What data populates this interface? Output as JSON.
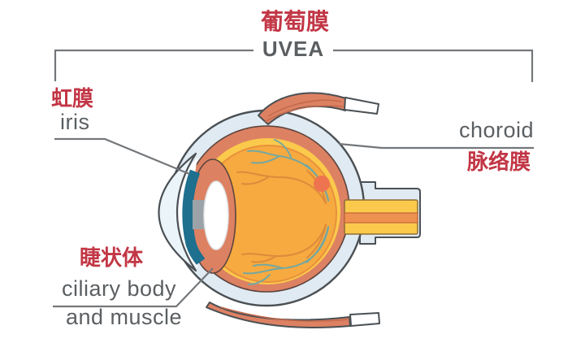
{
  "diagram_title": {
    "zh": "葡萄膜",
    "en": "UVEA"
  },
  "labels": {
    "iris": {
      "zh": "虹膜",
      "en": "iris"
    },
    "choroid": {
      "en": "choroid",
      "zh": "脉络膜"
    },
    "ciliary_body": {
      "zh": "睫状体",
      "en_line1": "ciliary body",
      "en_line2": "and muscle"
    }
  },
  "colors": {
    "label_red": "#c23645",
    "label_gray": "#5b5f62",
    "line_gray": "#74777a",
    "outline": "#4b5054",
    "sclera": "#dfeaf2",
    "cornea": "#ebf4f9",
    "chamber_white": "#ffffff",
    "choroid": "#dd8163",
    "choroid_outline": "#5d453d",
    "retina_yellow": "#fbc94b",
    "retina_orange_line": "#e8913d",
    "vitreous": "#f7aa40",
    "iris_teal": "#1f6f8e",
    "pupil_gray": "#9ba2a8",
    "lens_white": "#ffffff",
    "lens_outline": "#dfe3e6",
    "macula": "#ee7450",
    "vessel_teal": "#74a7a1",
    "vessel_orange": "#dd8a3c",
    "muscle": "#dd8163",
    "muscle_striation": "#c26a4c",
    "tendon_white": "#ffffff",
    "nerve_yellow": "#fbc94b",
    "nerve_yellow_outline": "#8f6d36",
    "nerve_core": "#ef9150",
    "nerve_core_outline": "#c0653a"
  }
}
